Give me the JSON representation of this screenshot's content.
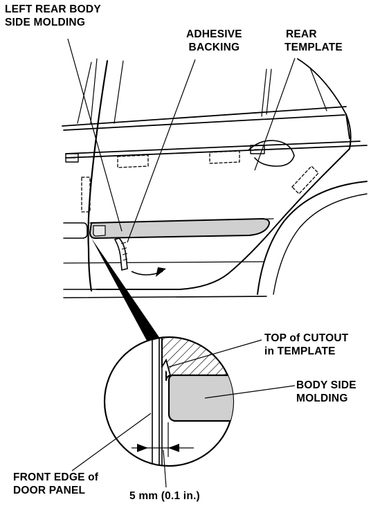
{
  "labels": {
    "left_rear_body_side_molding": [
      "LEFT REAR BODY",
      "SIDE MOLDING"
    ],
    "adhesive_backing": [
      "ADHESIVE",
      "BACKING"
    ],
    "rear_template": [
      "REAR",
      "TEMPLATE"
    ],
    "top_of_cutout": [
      "TOP of CUTOUT",
      "in TEMPLATE"
    ],
    "body_side_molding": [
      "BODY SIDE",
      "MOLDING"
    ],
    "front_edge": [
      "FRONT EDGE of",
      "DOOR PANEL"
    ],
    "dimension": "5 mm (0.1 in.)"
  },
  "colors": {
    "line": "#000000",
    "molding_fill": "#d0d0d0",
    "background": "#ffffff"
  }
}
